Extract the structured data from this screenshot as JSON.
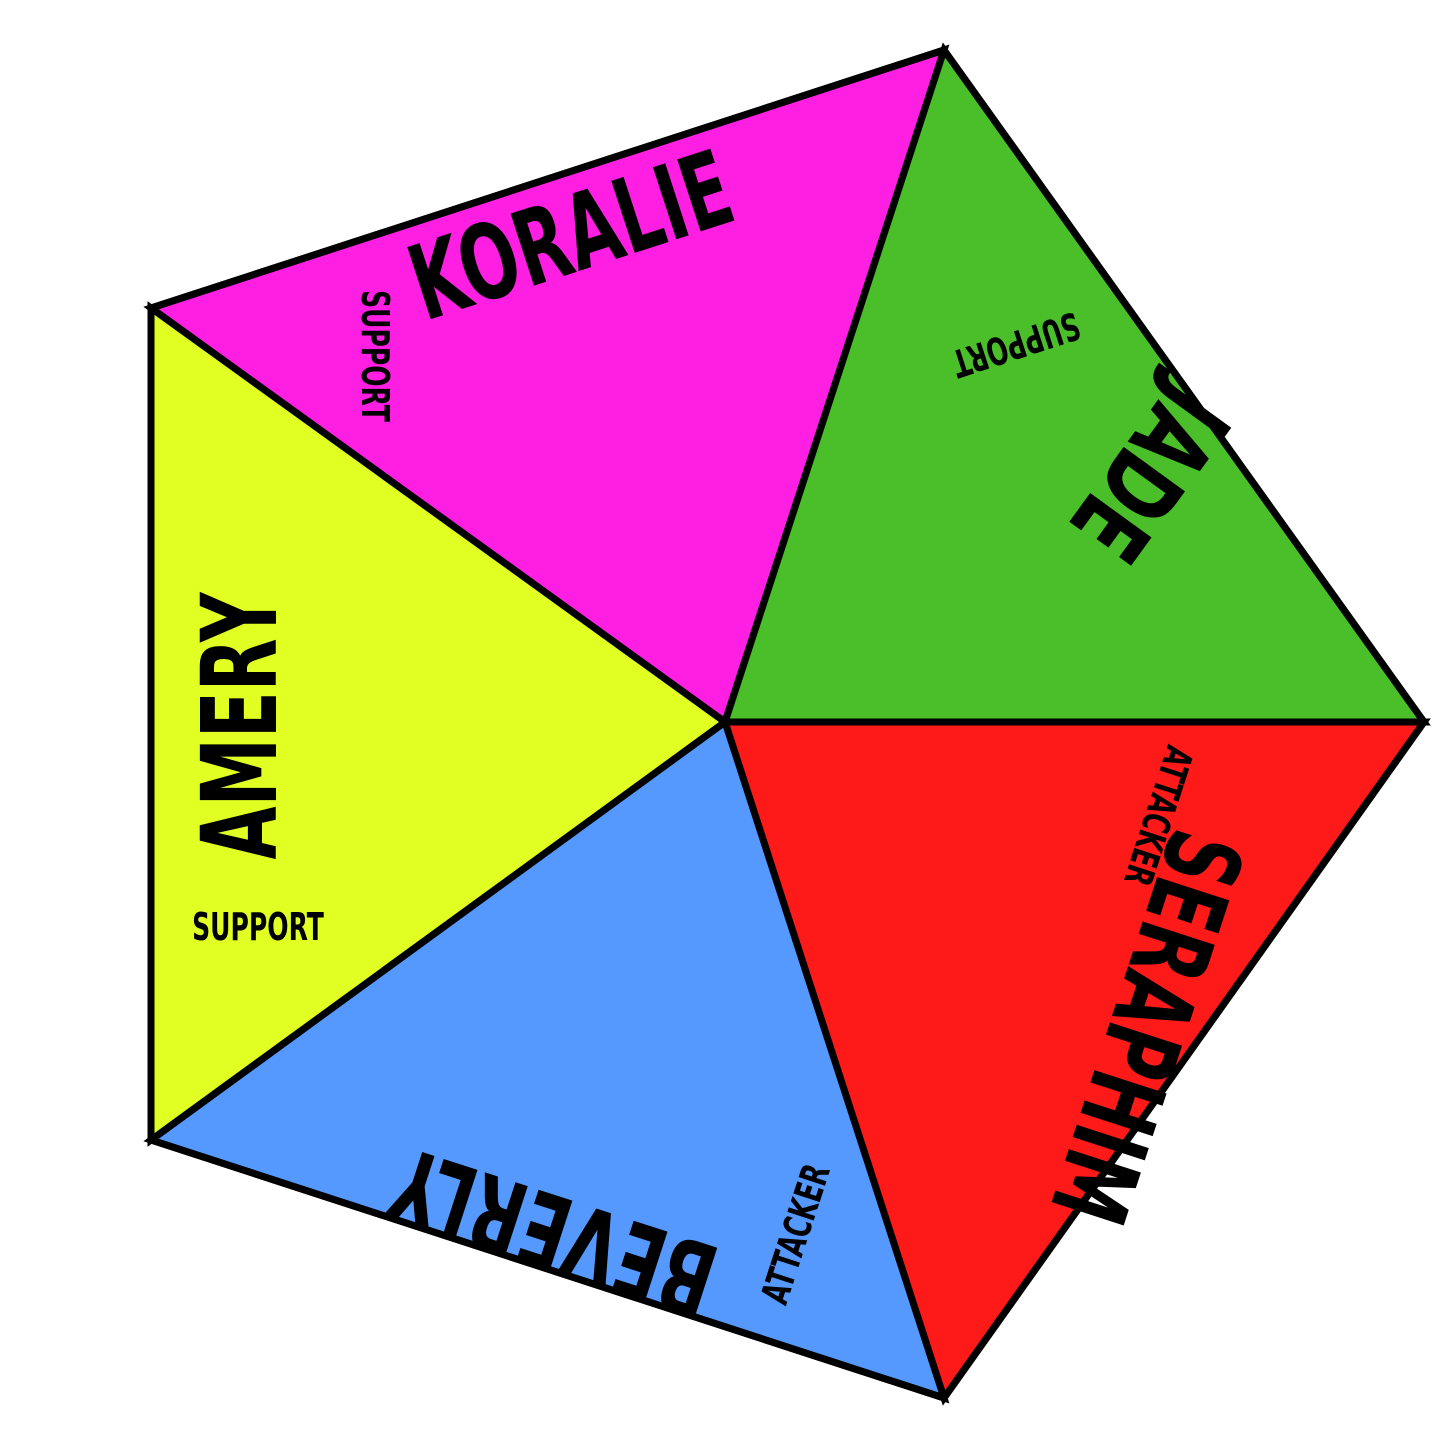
{
  "diagram": {
    "sections": [
      {
        "id": "koralie",
        "name": "KORALIE",
        "role": "SUPPORT",
        "color": "#ff1fe3"
      },
      {
        "id": "jade",
        "name": "JADE",
        "role": "SUPPORT",
        "color": "#4bbf2a"
      },
      {
        "id": "seraphim",
        "name": "SERAPHIM",
        "role": "ATTACKER",
        "color": "#ff1a1a"
      },
      {
        "id": "beverly",
        "name": "BEVERLY",
        "role": "ATTACKER",
        "color": "#5599ff"
      },
      {
        "id": "amery",
        "name": "AMERY",
        "role": "SUPPORT",
        "color": "#e2ff24"
      }
    ]
  }
}
